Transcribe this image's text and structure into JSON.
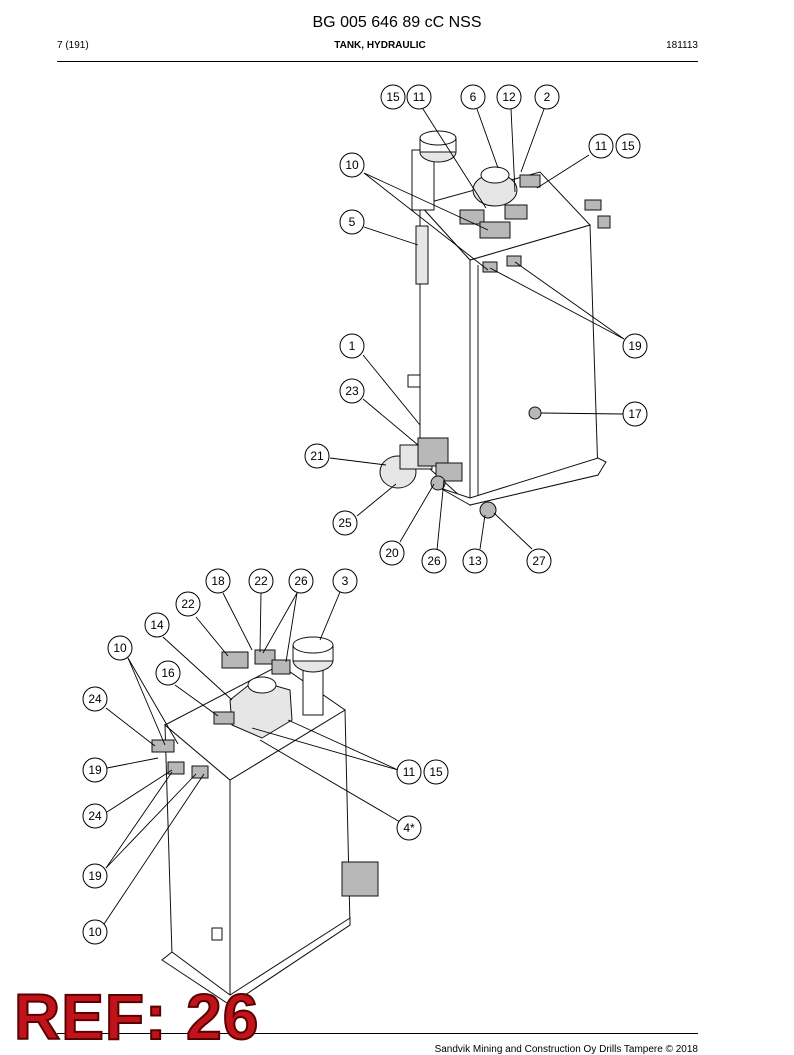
{
  "header": {
    "doc_number": "BG 005 646 89 cC NSS",
    "page": "7 (191)",
    "section_title": "TANK, HYDRAULIC",
    "date_code": "181113"
  },
  "callouts_top": [
    {
      "label": "15"
    },
    {
      "label": "11"
    },
    {
      "label": "6"
    },
    {
      "label": "12"
    },
    {
      "label": "2"
    },
    {
      "label": "11"
    },
    {
      "label": "15"
    },
    {
      "label": "10"
    },
    {
      "label": "5"
    },
    {
      "label": "19"
    },
    {
      "label": "1"
    },
    {
      "label": "23"
    },
    {
      "label": "17"
    },
    {
      "label": "21"
    },
    {
      "label": "25"
    },
    {
      "label": "20"
    },
    {
      "label": "26"
    },
    {
      "label": "13"
    },
    {
      "label": "27"
    }
  ],
  "callouts_bottom": [
    {
      "label": "18"
    },
    {
      "label": "22"
    },
    {
      "label": "26"
    },
    {
      "label": "3"
    },
    {
      "label": "22"
    },
    {
      "label": "14"
    },
    {
      "label": "10"
    },
    {
      "label": "16"
    },
    {
      "label": "24"
    },
    {
      "label": "19"
    },
    {
      "label": "11"
    },
    {
      "label": "15"
    },
    {
      "label": "24"
    },
    {
      "label": "4*"
    },
    {
      "label": "19"
    },
    {
      "label": "10"
    }
  ],
  "ref_label": "REF: 26",
  "footer_text": "Sandvik Mining and Construction Oy Drills Tampere © 2018"
}
